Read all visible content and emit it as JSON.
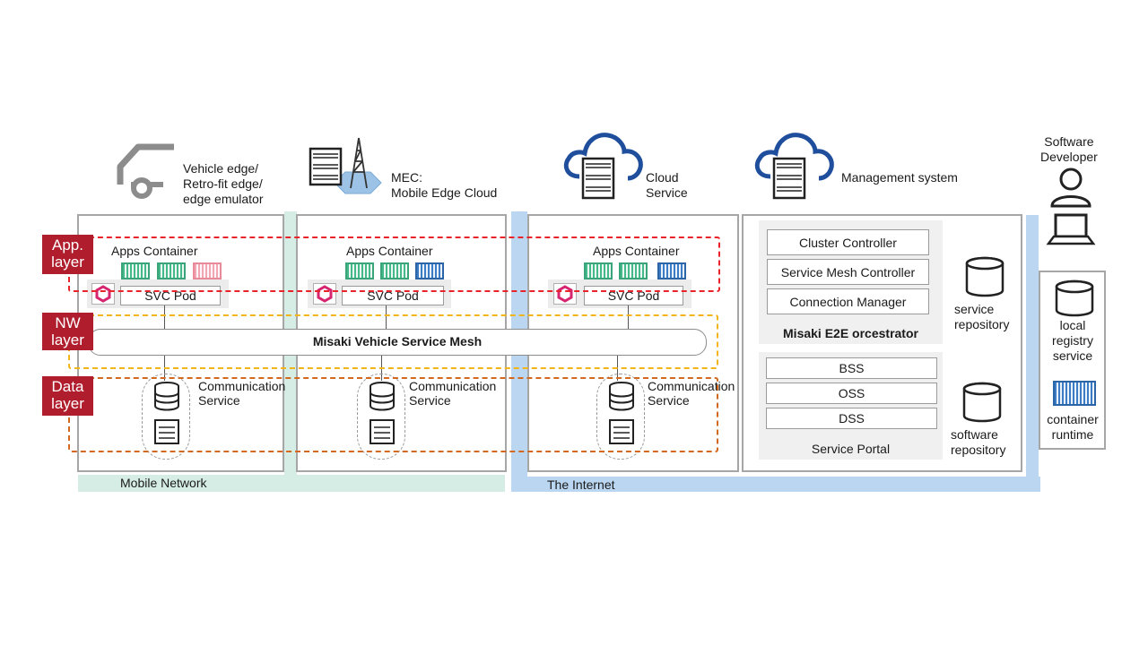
{
  "columns": {
    "vehicle": {
      "title_lines": [
        "Vehicle edge/",
        "Retro-fit edge/",
        "edge emulator"
      ]
    },
    "mec": {
      "title_lines": [
        "MEC:",
        "Mobile Edge Cloud"
      ]
    },
    "cloud": {
      "title_lines": [
        "Cloud",
        "Service"
      ]
    },
    "management": {
      "title": "Management system"
    },
    "developer": {
      "title_lines": [
        "Software",
        "Developer"
      ]
    }
  },
  "layers": {
    "app": [
      "App.",
      "layer"
    ],
    "nw": [
      "NW",
      "layer"
    ],
    "data": [
      "Data",
      "layer"
    ]
  },
  "apps_container_label": "Apps Container",
  "svc_pod_label": "SVC Pod",
  "communication_service": [
    "Communication",
    "Service"
  ],
  "mesh_label": "Misaki Vehicle Service Mesh",
  "networks": {
    "mobile": "Mobile Network",
    "internet": "The Internet"
  },
  "orchestrator": {
    "items": [
      "Cluster Controller",
      "Service Mesh Controller",
      "Connection Manager"
    ],
    "title": "Misaki E2E orcestrator"
  },
  "portal": {
    "items": [
      "BSS",
      "OSS",
      "DSS"
    ],
    "title": "Service Portal"
  },
  "service_repository": [
    "service",
    "repository"
  ],
  "software_repository": [
    "software",
    "repository"
  ],
  "local_registry": [
    "local",
    "registry",
    "service"
  ],
  "container_runtime": [
    "container",
    "runtime"
  ],
  "colors": {
    "app_layer_dash": "#e8232a",
    "nw_layer_dash": "#f2b417",
    "data_layer_dash": "#d2691e",
    "layer_tag": "#b01e2e",
    "mobile_network_band": "#d6ede6",
    "internet_band": "#bad6f0",
    "cloud_icon": "#1f4e9c"
  }
}
